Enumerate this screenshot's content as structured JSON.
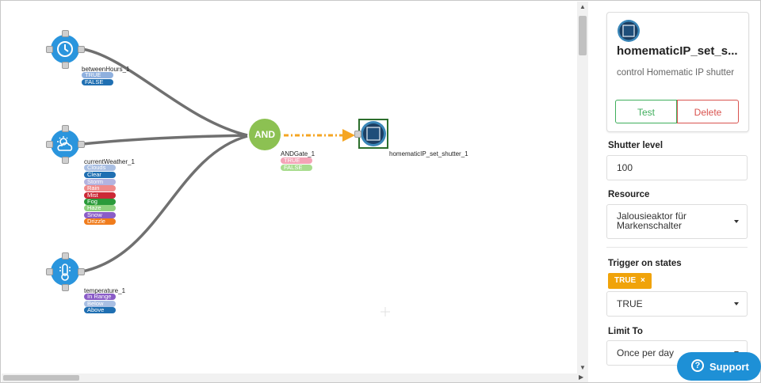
{
  "nodes": {
    "between_hours": {
      "label": "betweenHours_1",
      "states": [
        {
          "label": "TRUE",
          "color": "#8fb0de"
        },
        {
          "label": "FALSE",
          "color": "#1f6fb2"
        }
      ]
    },
    "current_weather": {
      "label": "currentWeather_1",
      "states": [
        {
          "label": "Clouds",
          "color": "#a9bfe3"
        },
        {
          "label": "Clear",
          "color": "#1f6fb2"
        },
        {
          "label": "Storm",
          "color": "#b3b3e0"
        },
        {
          "label": "Rain",
          "color": "#f08a8a"
        },
        {
          "label": "Mist",
          "color": "#cc2936"
        },
        {
          "label": "Fog",
          "color": "#2a9a3a"
        },
        {
          "label": "Haze",
          "color": "#8fd17e"
        },
        {
          "label": "Snow",
          "color": "#8a5cc7"
        },
        {
          "label": "Drizzle",
          "color": "#f07c1c"
        }
      ]
    },
    "temperature": {
      "label": "temperature_1",
      "states": [
        {
          "label": "In Range",
          "color": "#8a5cc7"
        },
        {
          "label": "Below",
          "color": "#a9bfe3"
        },
        {
          "label": "Above",
          "color": "#1f6fb2"
        }
      ]
    },
    "and_gate": {
      "symbol": "AND",
      "label": "ANDGate_1",
      "states": [
        {
          "label": "TRUE",
          "color": "#f4a3b6"
        },
        {
          "label": "FALSE",
          "color": "#a8dc8e"
        }
      ]
    },
    "shutter": {
      "label": "homematicIP_set_shutter_1"
    }
  },
  "colors": {
    "node_blue": "#2a95dd",
    "and_green": "#8cc152",
    "wire": "#707070",
    "output_wire": "#f5a623",
    "accent": "#1e90d6"
  },
  "panel": {
    "title": "homematicIP_set_s...",
    "description": "control Homematic IP shutter",
    "test_label": "Test",
    "delete_label": "Delete",
    "shutter_level": {
      "label": "Shutter level",
      "value": "100"
    },
    "resource": {
      "label": "Resource",
      "value": "Jalousieaktor für Markenschalter"
    },
    "trigger": {
      "label": "Trigger on states",
      "chip": "TRUE",
      "chip_remove": "×",
      "value": "TRUE"
    },
    "limit_to": {
      "label": "Limit To",
      "value": "Once per day"
    }
  },
  "support": {
    "label": "Support",
    "icon": "?"
  }
}
